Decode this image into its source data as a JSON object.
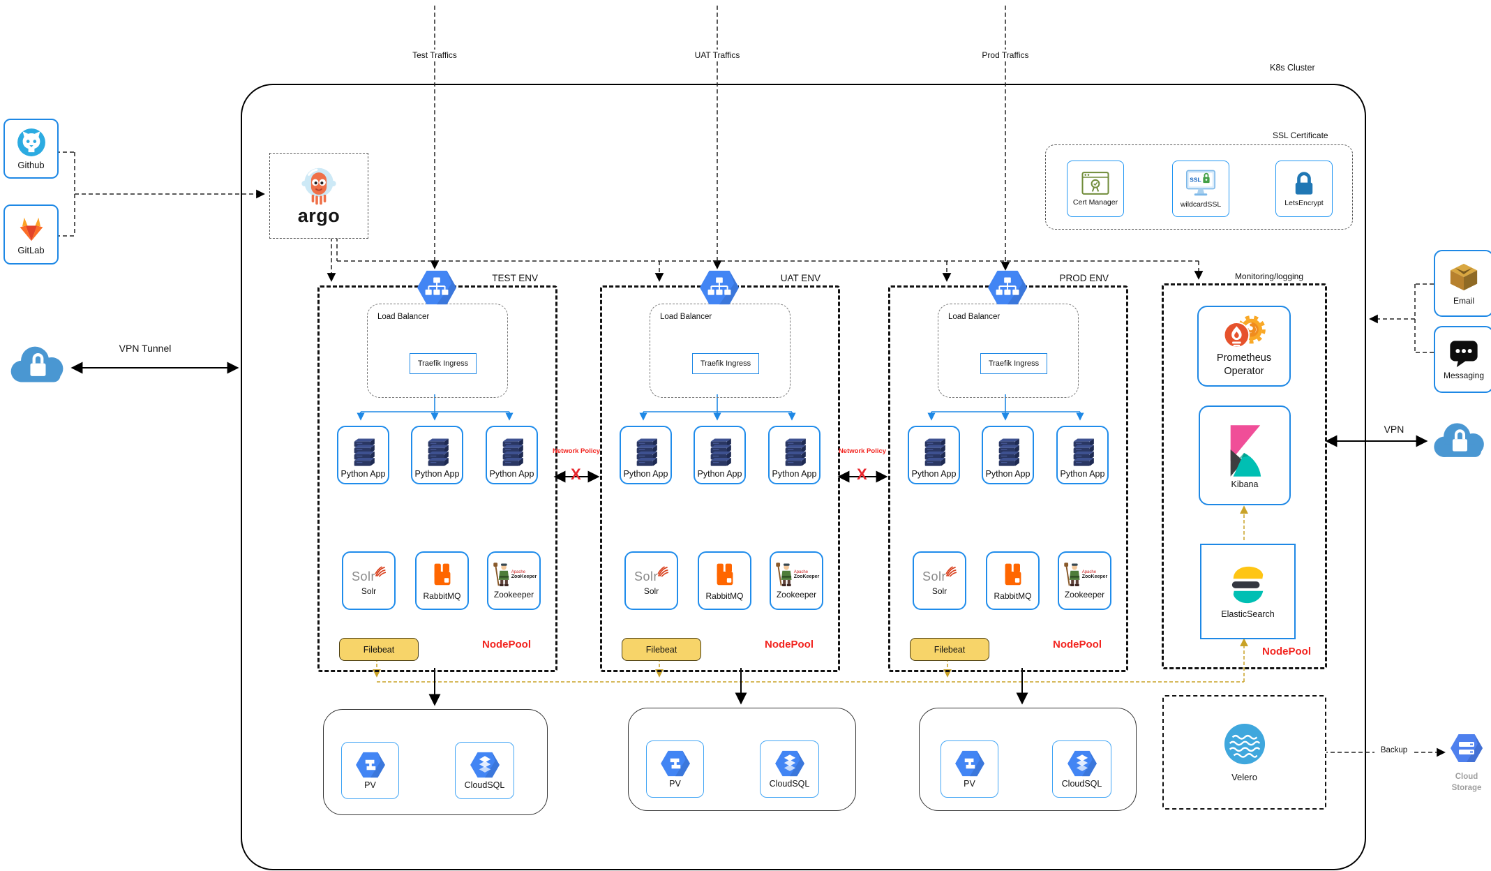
{
  "cluster": {
    "label": "K8s Cluster"
  },
  "traffic": {
    "test": "Test Traffics",
    "uat": "UAT Traffics",
    "prod": "Prod Traffics"
  },
  "sources": {
    "github": "Github",
    "gitlab": "GitLab"
  },
  "vpn": {
    "tunnel": "VPN Tunnel",
    "right": "VPN"
  },
  "logos": {
    "argo": "argo",
    "solr": "Solr",
    "zookeeper": "ZooKeeper",
    "zookeeper_brand": "Apache",
    "ssl_monitor": "SSL"
  },
  "ssl": {
    "title": "SSL Certificate",
    "cert_manager": "Cert Manager",
    "wildcard": "wildcardSSL",
    "letsencrypt": "LetsEncrypt"
  },
  "environments": [
    {
      "name": "TEST ENV",
      "load_balancer": "Load Balancer",
      "ingress": "Traefik Ingress",
      "app": "Python App",
      "solr": "Solr",
      "rabbitmq": "RabbitMQ",
      "zookeeper": "Zookeeper",
      "filebeat": "Filebeat",
      "nodepool": "NodePool"
    },
    {
      "name": "UAT ENV",
      "load_balancer": "Load Balancer",
      "ingress": "Traefik Ingress",
      "app": "Python App",
      "solr": "Solr",
      "rabbitmq": "RabbitMQ",
      "zookeeper": "Zookeeper",
      "filebeat": "Filebeat",
      "nodepool": "NodePool"
    },
    {
      "name": "PROD ENV",
      "load_balancer": "Load Balancer",
      "ingress": "Traefik Ingress",
      "app": "Python App",
      "solr": "Solr",
      "rabbitmq": "RabbitMQ",
      "zookeeper": "Zookeeper",
      "filebeat": "Filebeat",
      "nodepool": "NodePool"
    }
  ],
  "network_policy": {
    "label": "Network Policy",
    "x": "X"
  },
  "monitoring": {
    "title": "Monitoring/logging",
    "prometheus": "Prometheus Operator",
    "kibana": "Kibana",
    "elasticsearch": "ElasticSearch",
    "nodepool": "NodePool"
  },
  "alerts": {
    "email": "Email",
    "messaging": "Messaging"
  },
  "storage": {
    "pv": "PV",
    "cloudsql": "CloudSQL"
  },
  "backup": {
    "velero": "Velero",
    "label": "Backup",
    "cloud_storage": "Cloud Storage"
  },
  "colors": {
    "accent_blue": "#1e88e5",
    "hex_blue": "#4285f4",
    "nodepool_red": "#f2241f",
    "filebeat_yellow": "#f7d469",
    "wire_yellow": "#c9a227"
  }
}
